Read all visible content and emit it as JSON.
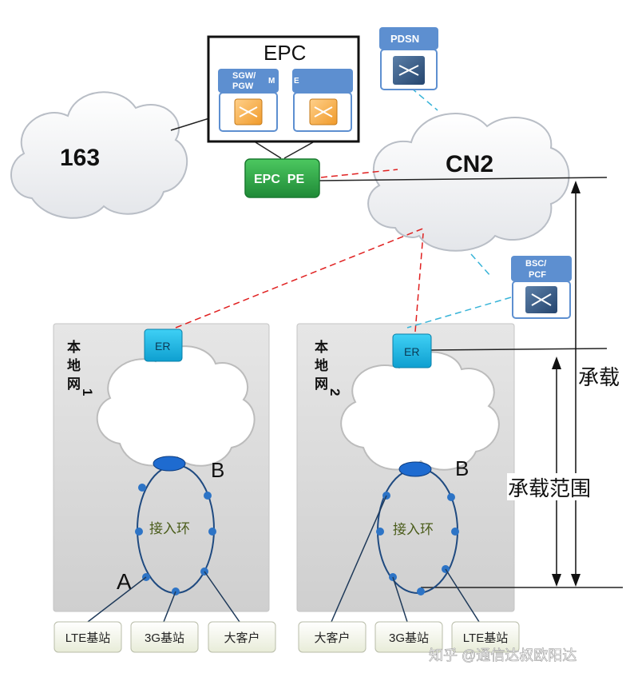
{
  "epc": {
    "title": "EPC",
    "sgw_label": "SGW/\nPGW",
    "mme_label": "MME"
  },
  "pdsn": {
    "label": "PDSN"
  },
  "bsc": {
    "label": "BSC/\nPCF"
  },
  "cloud_163": {
    "label": "163"
  },
  "cloud_cn2": {
    "label": "CN2"
  },
  "epc_pe": {
    "label": "EPC  PE"
  },
  "local1": {
    "label": "本地网1",
    "er_label": "ER",
    "b_label": "B",
    "a_label": "A",
    "ring_label": "接入环"
  },
  "local2": {
    "label": "本地网2",
    "er_label": "ER",
    "b_label": "B",
    "ring_label": "接入环"
  },
  "ranges": {
    "bearer_range": "承载范围",
    "bearer_cut": "承载"
  },
  "bottom_boxes": {
    "left": [
      "LTE基站",
      "3G基站",
      "大客户"
    ],
    "right": [
      "大客户",
      "3G基站",
      "LTE基站"
    ]
  },
  "watermark": "知乎 @通信达叔欧阳达",
  "colors": {
    "cloud_fill": "#f2f3f5",
    "cloud_stroke": "#c7ccd3",
    "er_fill": "#1eb8e8",
    "pe_fill": "#2fa84a",
    "red_dash": "#e02020",
    "blue_dash": "#38b4d8",
    "node_fill": "#2d74c6",
    "panel_fill": "#d9d9d9"
  }
}
